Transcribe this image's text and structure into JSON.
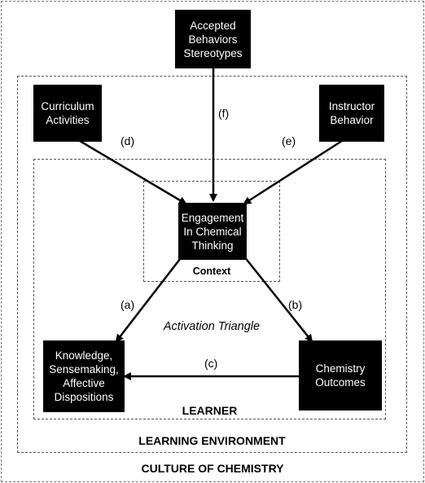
{
  "frames": {
    "culture_label": "CULTURE OF CHEMISTRY",
    "environment_label": "LEARNING ENVIRONMENT",
    "learner_label": "LEARNER",
    "context_label": "Context"
  },
  "nodes": {
    "accepted": "Accepted\nBehaviors\nStereotypes",
    "curriculum": "Curriculum\nActivities",
    "instructor": "Instructor\nBehavior",
    "engagement": "Engagement\nIn Chemical\nThinking",
    "knowledge": "Knowledge,\nSensemaking,\nAffective\nDispositions",
    "outcomes": "Chemistry\nOutcomes"
  },
  "center_label": "Activation Triangle",
  "edges": {
    "a": "(a)",
    "b": "(b)",
    "c": "(c)",
    "d": "(d)",
    "e": "(e)",
    "f": "(f)"
  },
  "colors": {
    "node_fill": "#000000",
    "node_text": "#ffffff",
    "line": "#000000",
    "dash": "#555555"
  }
}
